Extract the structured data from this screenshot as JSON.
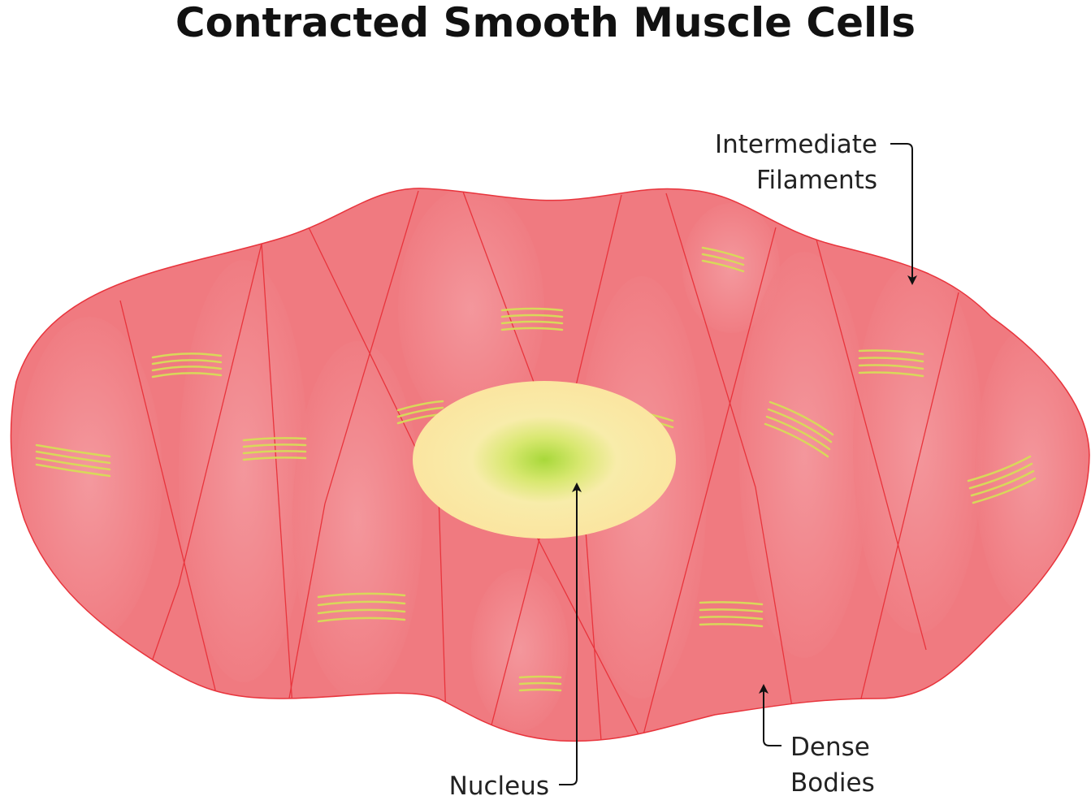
{
  "title": "Contracted Smooth Muscle Cells",
  "labels": {
    "intermediate_filaments": [
      "Intermediate",
      "Filaments"
    ],
    "dense_bodies": [
      "Dense",
      "Bodies"
    ],
    "nucleus": "Nucleus"
  },
  "colors": {
    "cell_fill": "#f07a80",
    "cell_light": "#f5a3a8",
    "cell_border": "#e8343c",
    "filament": "#d8d85a",
    "nucleus_outer": "#fbe9a0",
    "nucleus_inner": "#b8dc3c",
    "arrow": "#111111"
  }
}
